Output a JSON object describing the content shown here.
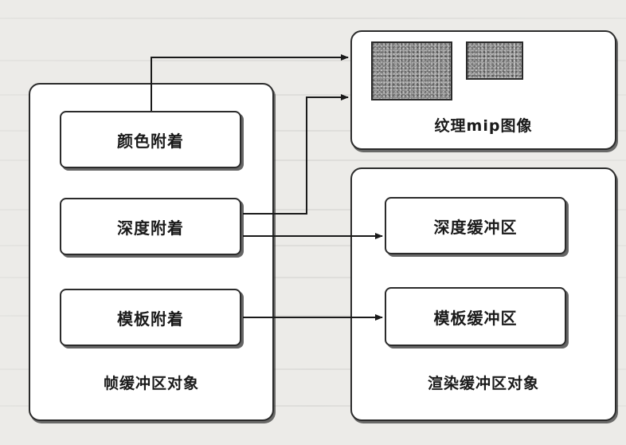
{
  "framebuffer_object": {
    "label": "帧缓冲区对象",
    "attachments": [
      {
        "key": "color",
        "label": "颜色附着"
      },
      {
        "key": "depth",
        "label": "深度附着"
      },
      {
        "key": "stencil",
        "label": "模板附着"
      }
    ]
  },
  "texture": {
    "label": "纹理mip图像"
  },
  "renderbuffer_object": {
    "label": "渲染缓冲区对象",
    "buffers": [
      {
        "key": "depth",
        "label": "深度缓冲区"
      },
      {
        "key": "stencil",
        "label": "模板缓冲区"
      }
    ]
  }
}
